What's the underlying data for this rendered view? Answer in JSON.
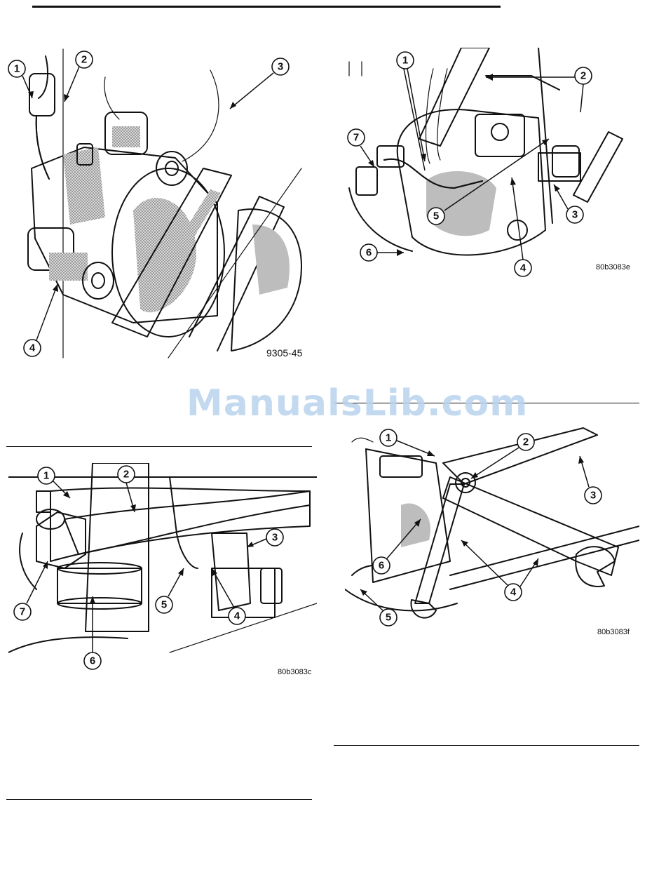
{
  "figures": [
    {
      "id": "fig-caliper",
      "code": "9305-45",
      "callouts": [
        "1",
        "2",
        "3",
        "4"
      ]
    },
    {
      "id": "fig-knuckle-top",
      "code": "80b3083e",
      "callouts": [
        "1",
        "2",
        "3",
        "4",
        "5",
        "6",
        "7"
      ]
    },
    {
      "id": "fig-tierod-wrench",
      "code": "80b3083c",
      "callouts": [
        "1",
        "2",
        "3",
        "4",
        "5",
        "6",
        "7"
      ]
    },
    {
      "id": "fig-two-wrenches",
      "code": "80b3083f",
      "callouts": [
        "1",
        "2",
        "3",
        "4",
        "5",
        "6"
      ]
    }
  ],
  "watermark": "ManualsLib.com"
}
